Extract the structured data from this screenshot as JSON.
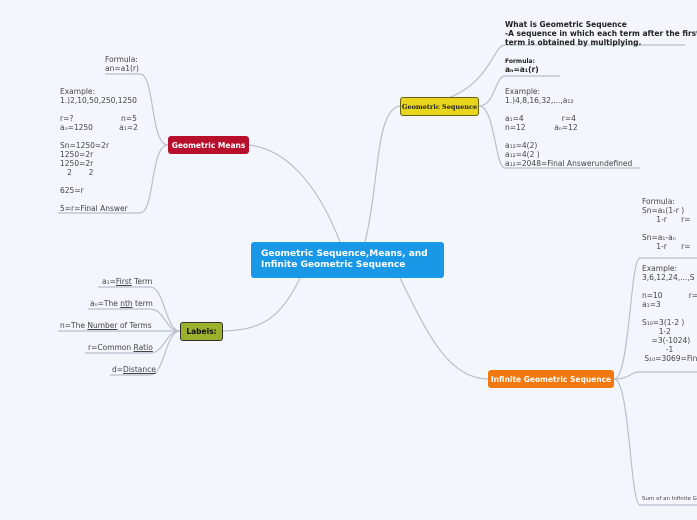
{
  "central": {
    "title": "Geometric Sequence,Means, and Infinite Geometric Sequence",
    "color": "#1a98e8"
  },
  "geometric_sequence": {
    "label": "Geometric Sequence",
    "color": "#e8d51e",
    "definition": "What is Geometric Sequence\n-A sequence in which each term after the first\nterm is obtained by multiplying.",
    "formula_label": "Formula:",
    "formula": "aₙ=a₁(r)",
    "example": "Example:\n1.)4,8,16,32,...,a₁₂\n\na₁=4                r=4\nn=12            aₙ=12\n\na₁₂=4(2)\na₁₂=4(2 )\na₁₂=2048=Final Answerundefined"
  },
  "geometric_means": {
    "label": "Geometric Means",
    "color": "#b8102c",
    "formula": "Formula:\nan=a1(r)",
    "example": "Example:\n1.)2,10,50,250,1250\n\nr=?                    n=5\naₙ=1250           a₁=2\n\nSn=1250=2r\n1250=2r\n1250=2r\n   2       2\n\n625=r\n\n5=r=Final Answer"
  },
  "labels": {
    "label": "Labels:",
    "color": "#9db02c",
    "items": [
      {
        "pre": "a₁=",
        "u": "First",
        "post": " Term"
      },
      {
        "pre": "aₙ=The ",
        "u": "nth",
        "post": " term"
      },
      {
        "pre": "n=The ",
        "u": "Number",
        "post": " of Terms"
      },
      {
        "pre": "r=Common ",
        "u": "Ratio",
        "post": ""
      },
      {
        "pre": "d=",
        "u": "Distance",
        "post": ""
      }
    ]
  },
  "infinite": {
    "label": "Infinite Geometric Sequence",
    "color": "#f0780e",
    "formula": "Formula:\nSn=a₁(1-r )\n      1-r      r=\n\nSn=a₁-aₙ\n      1-r      r=",
    "example": "Example:\n3,6,12,24,...,S\n\nn=10           r=\na₁=3\n\nS₁₀=3(1-2 )\n       1-2\n    =3(-1024)\n          -1\n S₁₀=3069=Fin",
    "sum": "Sum of an Infinite G"
  }
}
